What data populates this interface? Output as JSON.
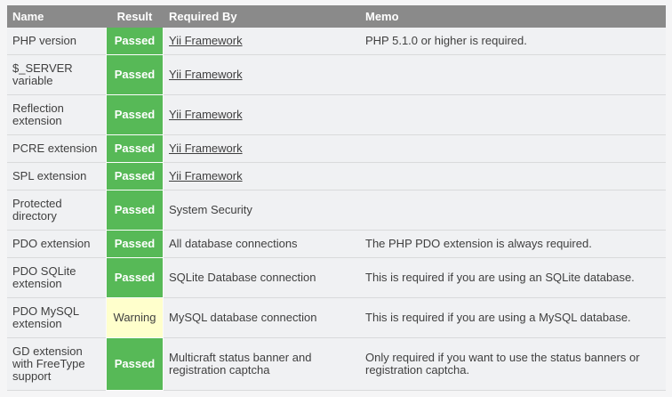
{
  "colors": {
    "page_bg": "#f5f5f6",
    "row_bg": "#f0f1f3",
    "header_bg": "#8a8a8a",
    "header_text": "#ffffff",
    "passed_bg": "#57b957",
    "passed_text": "#ffffff",
    "warning_bg": "#ffffcc",
    "warning_text": "#404040",
    "body_text": "#3f3f3f",
    "row_divider": "#d9dadb"
  },
  "table": {
    "columns": [
      "Name",
      "Result",
      "Required By",
      "Memo"
    ],
    "rows": [
      {
        "name": "PHP version",
        "result": "Passed",
        "result_type": "passed",
        "required_by": "Yii Framework",
        "required_by_is_link": true,
        "memo": "PHP 5.1.0 or higher is required."
      },
      {
        "name": "$_SERVER variable",
        "result": "Passed",
        "result_type": "passed",
        "required_by": "Yii Framework",
        "required_by_is_link": true,
        "memo": ""
      },
      {
        "name": "Reflection extension",
        "result": "Passed",
        "result_type": "passed",
        "required_by": "Yii Framework",
        "required_by_is_link": true,
        "memo": ""
      },
      {
        "name": "PCRE extension",
        "result": "Passed",
        "result_type": "passed",
        "required_by": "Yii Framework",
        "required_by_is_link": true,
        "memo": ""
      },
      {
        "name": "SPL extension",
        "result": "Passed",
        "result_type": "passed",
        "required_by": "Yii Framework",
        "required_by_is_link": true,
        "memo": ""
      },
      {
        "name": "Protected directory",
        "result": "Passed",
        "result_type": "passed",
        "required_by": "System Security",
        "required_by_is_link": false,
        "memo": ""
      },
      {
        "name": "PDO extension",
        "result": "Passed",
        "result_type": "passed",
        "required_by": "All database connections",
        "required_by_is_link": false,
        "memo": "The PHP PDO extension is always required."
      },
      {
        "name": "PDO SQLite extension",
        "result": "Passed",
        "result_type": "passed",
        "required_by": "SQLite Database connection",
        "required_by_is_link": false,
        "memo": "This is required if you are using an SQLite database."
      },
      {
        "name": "PDO MySQL extension",
        "result": "Warning",
        "result_type": "warning",
        "required_by": "MySQL database connection",
        "required_by_is_link": false,
        "memo": "This is required if you are using a MySQL database."
      },
      {
        "name": "GD extension with FreeType support",
        "result": "Passed",
        "result_type": "passed",
        "required_by": "Multicraft status banner and registration captcha",
        "required_by_is_link": false,
        "memo": "Only required if you want to use the status banners or registration captcha."
      }
    ]
  }
}
